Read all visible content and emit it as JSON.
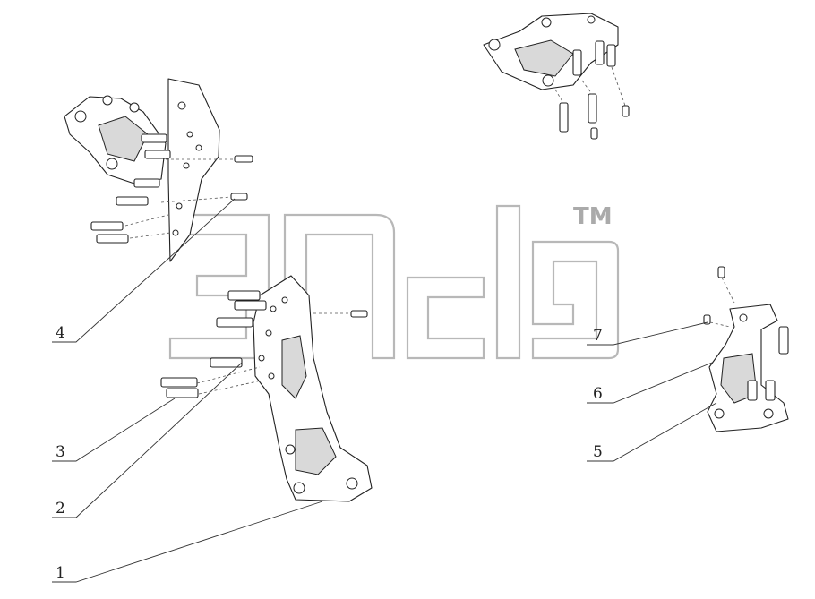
{
  "watermark": {
    "trademark": "TM"
  },
  "callouts": [
    {
      "id": "1",
      "label": "1"
    },
    {
      "id": "2",
      "label": "2"
    },
    {
      "id": "3",
      "label": "3"
    },
    {
      "id": "4",
      "label": "4"
    },
    {
      "id": "5",
      "label": "5"
    },
    {
      "id": "6",
      "label": "6"
    },
    {
      "id": "7",
      "label": "7"
    }
  ]
}
